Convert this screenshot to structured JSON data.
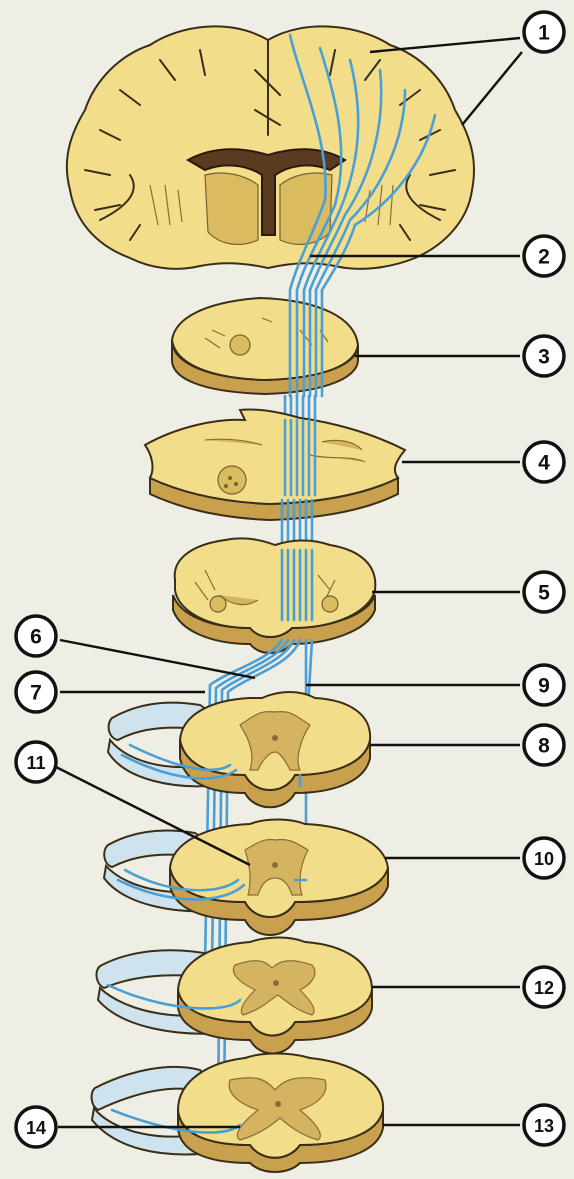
{
  "callouts": [
    "1",
    "2",
    "3",
    "4",
    "5",
    "6",
    "7",
    "8",
    "9",
    "10",
    "11",
    "12",
    "13",
    "14"
  ],
  "colors": {
    "background": "#efeee4",
    "tissue": "#f2de8a",
    "tract": "#4a9fd6",
    "outline": "#3a2e18"
  }
}
